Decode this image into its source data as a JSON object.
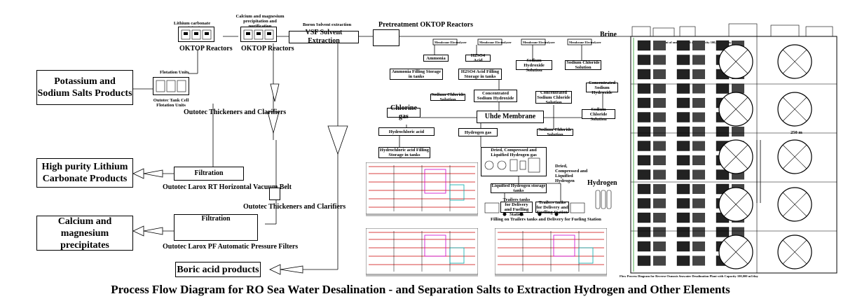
{
  "title": "Process Flow Diagram for RO Sea Water Desalination - and Separation Salts to Extraction Hydrogen and Other Elements",
  "products": {
    "potassium": "Potassium and Sodium Salts Products",
    "lithium": "High purity Lithium Carbonate Products",
    "calcium": "Calcium and magnesium precipitates",
    "boric": "Boric acid products"
  },
  "left_process": {
    "lithium_precip": "Lithium carbonate precipitation",
    "ca_mg_precip": "Calcium and magnesium precipitation and purification",
    "oktop_1": "OKTOP Reactors",
    "oktop_2": "OKTOP Reactors",
    "flotation_units": "Flotation Units",
    "flotation_caption": "Outotec Tank Cell Flotation Units",
    "thickeners_1": "Outotec Thickeners and Clarifiers",
    "filtration_1": "Filtration",
    "larox_rt": "Outotec Larox RT Horizontal Vacuum Belt",
    "thickeners_2": "Outotec Thickeners and Clarifiers",
    "filtration_2": "Filtration",
    "larox_pf": "Outotec Larox PF Automatic Pressure Filters"
  },
  "middle_process": {
    "boron_label": "Boron Solvent extraction",
    "vsf": "VSF Solvent Extraction",
    "pretreatment": "Pretreatment OKTOP Reactors",
    "brine": "Brine",
    "ammonia": "Ammonia",
    "ammonia_storage": "Ammonia Filling Storage in tanks",
    "h2so4": "H2SO4 Acid",
    "h2so4_storage": "H2SO4 Acid Filling Storage in tanks",
    "sodium_hydroxide_sol": "Sodium Hydroxide Solution",
    "sodium_chloride_sol_1": "Sodium Chloride Solution",
    "sodium_chloride_sol_2": "Sodium Chloride Solution",
    "conc_naoh": "Concentrated Sodium Hydroxide",
    "conc_nacl": "Concentrated Sodium Chloride Solution",
    "conc_sodium_hydroxide": "Concentrated Sodium Hydroxide",
    "sodium_chloride_sol_3": "Sodium Chloride Solution",
    "sodium_chloride_sol_4": "Sodium Chloride Solution",
    "chlorine": "Chlorine gas",
    "uhde": "Uhde Membrane",
    "hcl": "Hydrochloric acid",
    "hydrogen_gas": "Hydrogen gas",
    "hcl_storage": "Hydrochloric acid Filling Storage in tanks",
    "h2_compressed": "Dried, Compressed and Liquified Hydrogen gas",
    "h2_compressed_2": "Dried, Compressed and Liquified Hydrogen",
    "liquified_h2_storage": "Liquified Hydrogen storage tanks",
    "hydrogen": "Hydrogen",
    "trailer_1": "Trailers tanks for Delivery and Fuelling Station",
    "trailer_2": "Trailers tanks for Delivery and Fuelling Station",
    "filling": "Filling on Trailers tanks and Delivery for Fueling Station",
    "exchanger_labels": [
      "Membrane Electrolyzer",
      "Membrane Electrolyzer",
      "Membrane Electrolyzer",
      "Membrane Electrolyzer"
    ]
  },
  "plant": {
    "header": "Layout of one RO Plant and Capacity 100,000 m3/day",
    "dimension": "250 m",
    "caption": "Flow Process Diagram for Reverse Osmosis Seawater Desalination Plant with Capacity 100,000 m3/day"
  },
  "colors": {
    "line": "#000000",
    "red": "#cc0000",
    "magenta": "#cc00cc",
    "cyan": "#00aaaa",
    "green": "#008800"
  }
}
